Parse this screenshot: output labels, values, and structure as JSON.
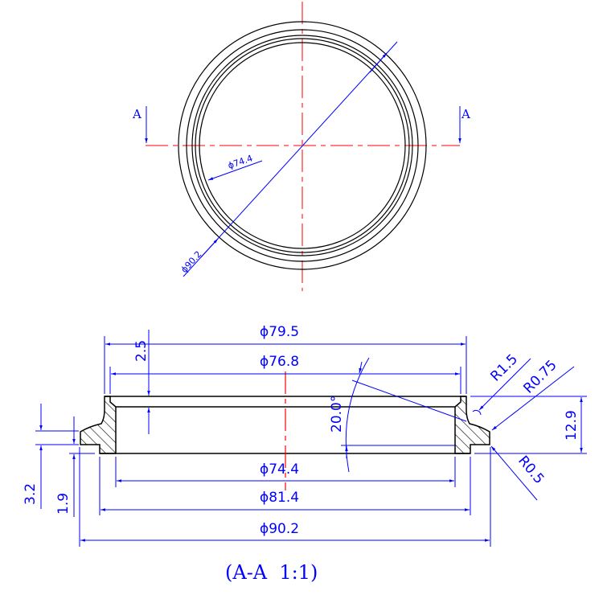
{
  "drawing": {
    "colors": {
      "outline": "#000000",
      "dimension": "#0000ff",
      "centerline": "#ff0000",
      "background": "#ffffff"
    },
    "top_view": {
      "section_marker_left": "A",
      "section_marker_right": "A",
      "dims": {
        "inner_diameter": "ϕ74.4",
        "outer_diameter": "ϕ90.2"
      }
    },
    "section_view": {
      "caption": "(A-A  1:1)",
      "dims": {
        "d79_5": "ϕ79.5",
        "d76_8": "ϕ76.8",
        "d74_4": "ϕ74.4",
        "d81_4": "ϕ81.4",
        "d90_2": "ϕ90.2",
        "lip_height": "2.5",
        "angle": "20.0°",
        "r1_5": "R1.5",
        "r0_75": "R0.75",
        "r0_5": "R0.5",
        "total_height": "12.9",
        "flange_height": "3.2",
        "step_height": "1.9"
      }
    }
  }
}
